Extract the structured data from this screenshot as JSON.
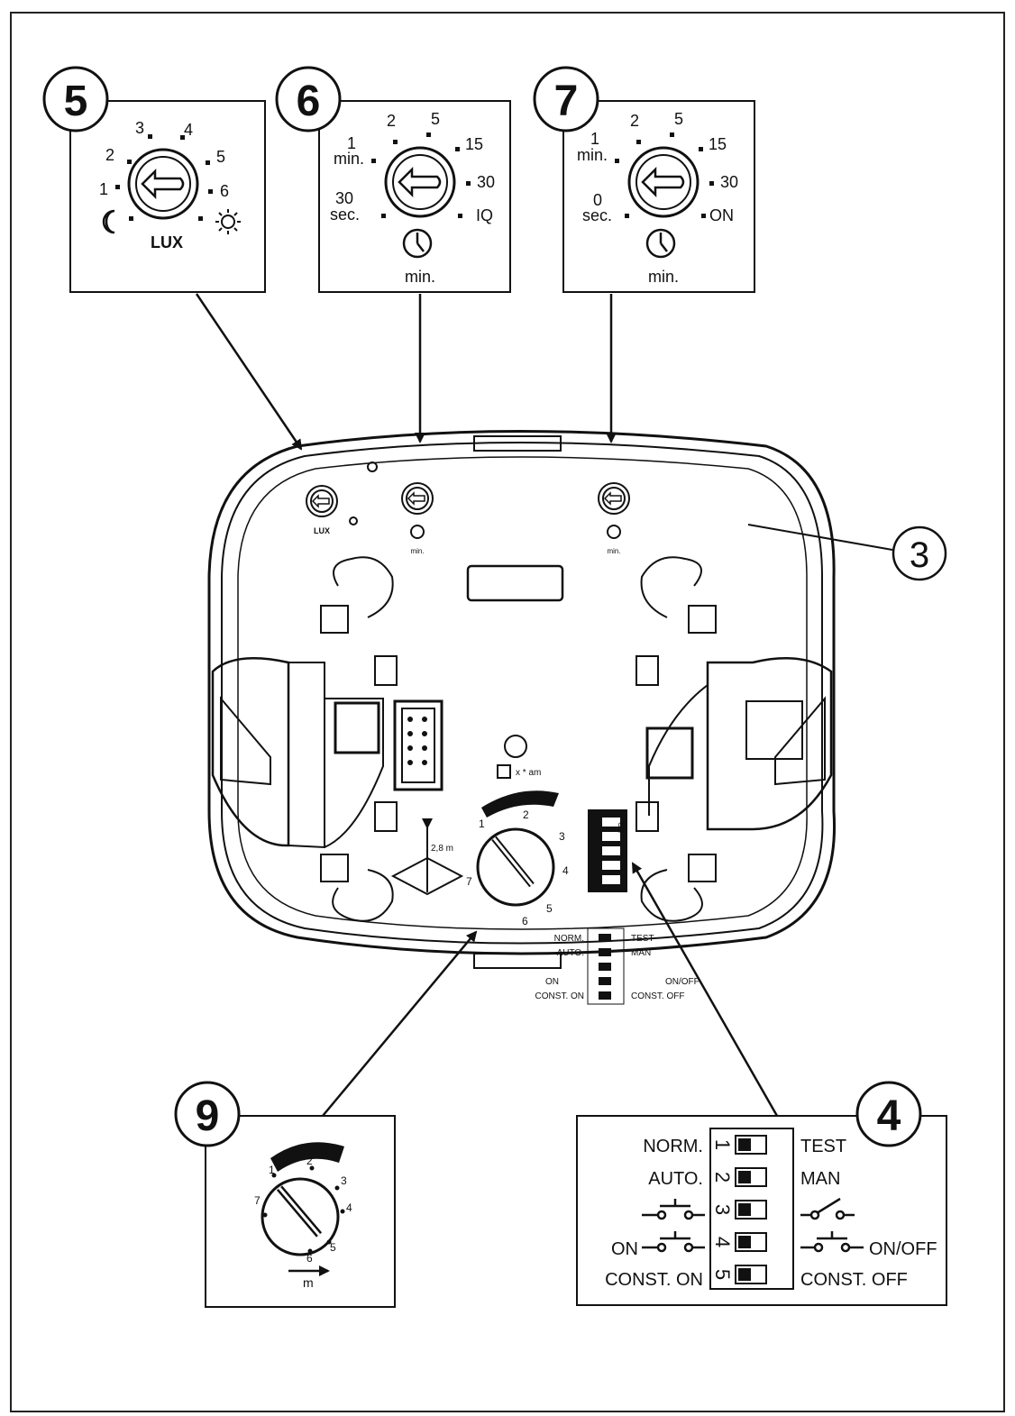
{
  "callouts": {
    "c5": "5",
    "c6": "6",
    "c7": "7",
    "c3": "3",
    "c9": "9",
    "c4": "4"
  },
  "lux_dial": {
    "ticks": [
      "1",
      "2",
      "3",
      "4",
      "5",
      "6"
    ],
    "label": "LUX"
  },
  "time_dial": {
    "ticks": [
      "1",
      "2",
      "5",
      "15",
      "30",
      "IQ"
    ],
    "tick_min_suffix": "min.",
    "low_value": "30",
    "low_unit": "sec.",
    "unit": "min."
  },
  "delay_dial": {
    "ticks": [
      "1",
      "2",
      "5",
      "15",
      "30",
      "ON"
    ],
    "tick_min_suffix": "min.",
    "low_value": "0",
    "low_unit": "sec.",
    "unit": "min."
  },
  "range_dial": {
    "ticks": [
      "1",
      "2",
      "3",
      "4",
      "5",
      "6",
      "7"
    ],
    "unit": "m"
  },
  "dip_switches": {
    "numbers": [
      "1",
      "2",
      "3",
      "4",
      "5"
    ],
    "on_label": "ON",
    "rows": [
      {
        "left": "NORM.",
        "right": "TEST"
      },
      {
        "left": "AUTO.",
        "right": "MAN"
      },
      {
        "left": "",
        "right": ""
      },
      {
        "left": "ON",
        "right": "ON/OFF"
      },
      {
        "left": "CONST. ON",
        "right": "CONST. OFF"
      }
    ]
  },
  "base": {
    "height_label": "2,8 m",
    "small_label": "x * am"
  },
  "colors": {
    "ink": "#111111",
    "paper": "#ffffff"
  }
}
